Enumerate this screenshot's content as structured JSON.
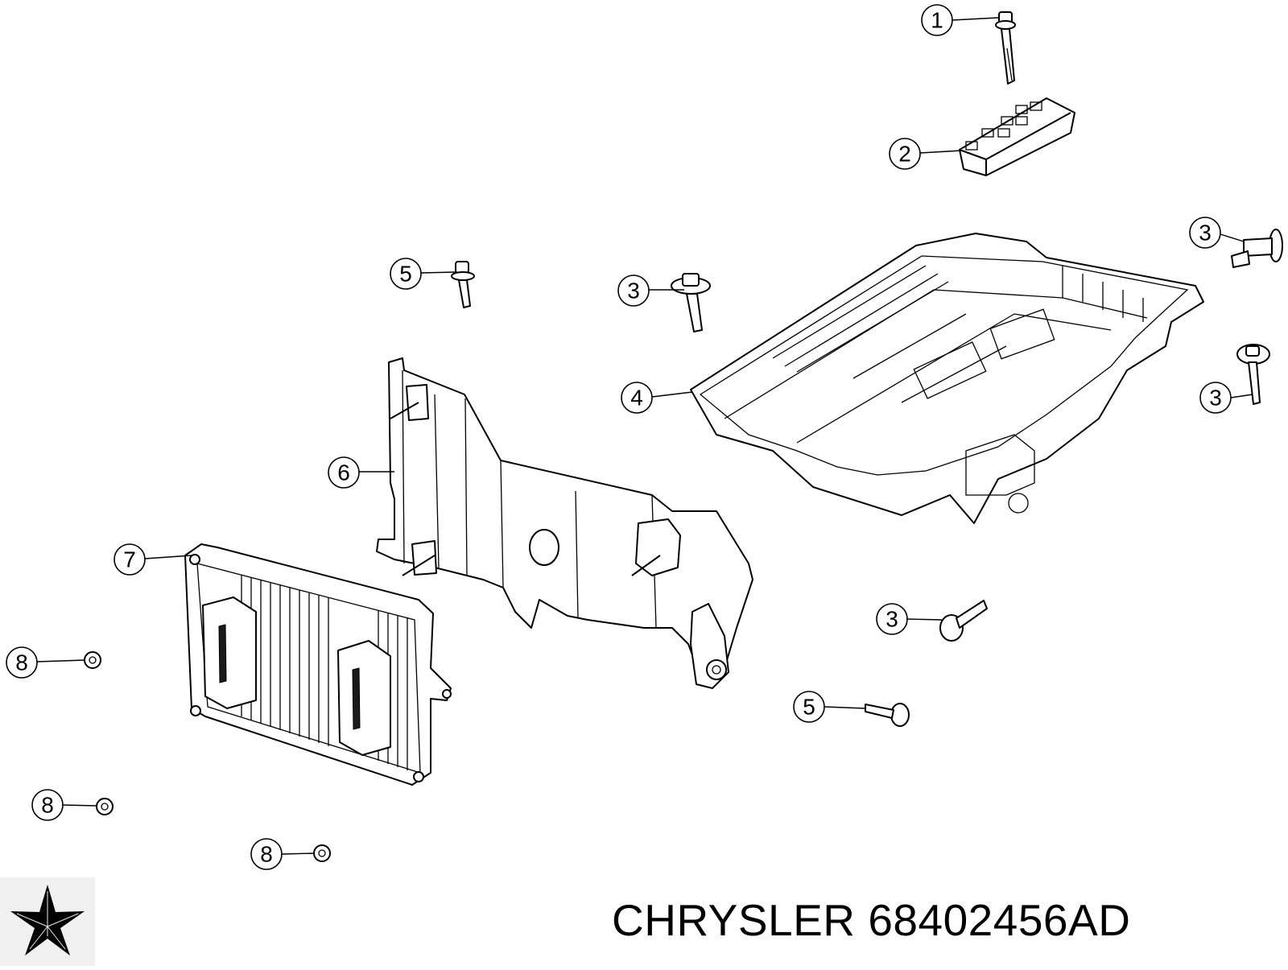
{
  "callouts": [
    {
      "id": "c1",
      "label": "1"
    },
    {
      "id": "c2",
      "label": "2"
    },
    {
      "id": "c3a",
      "label": "3"
    },
    {
      "id": "c3b",
      "label": "3"
    },
    {
      "id": "c3c",
      "label": "3"
    },
    {
      "id": "c3d",
      "label": "3"
    },
    {
      "id": "c4",
      "label": "4"
    },
    {
      "id": "c5a",
      "label": "5"
    },
    {
      "id": "c5b",
      "label": "5"
    },
    {
      "id": "c6",
      "label": "6"
    },
    {
      "id": "c7",
      "label": "7"
    },
    {
      "id": "c8a",
      "label": "8"
    },
    {
      "id": "c8b",
      "label": "8"
    },
    {
      "id": "c8c",
      "label": "8"
    }
  ],
  "footer": {
    "brand": "CHRYSLER",
    "part_number": "68402456AD",
    "logo": "chrysler-pentastar-logo"
  }
}
